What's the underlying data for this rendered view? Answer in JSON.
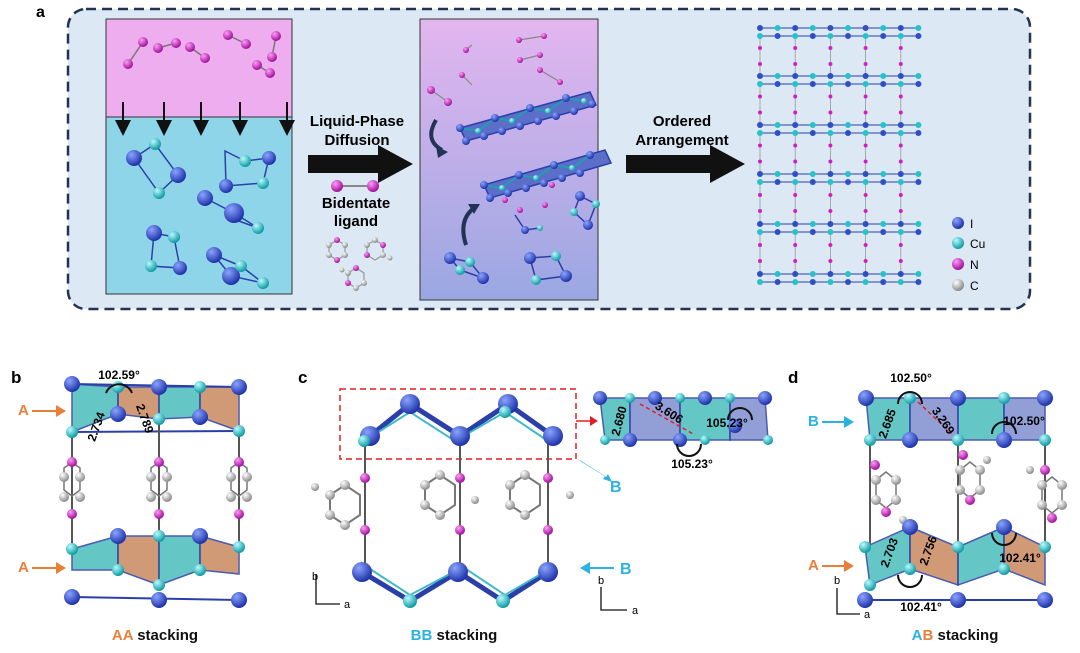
{
  "panel_a": {
    "letter": "a",
    "step1_line1": "Liquid-Phase",
    "step1_line2": "Diffusion",
    "ligand_line1": "Bidentate",
    "ligand_line2": "ligand",
    "step2_line1": "Ordered",
    "step2_line2": "Arrangement",
    "legend": [
      {
        "label": "I",
        "color": "#2f4fc4"
      },
      {
        "label": "Cu",
        "color": "#27c3c8"
      },
      {
        "label": "N",
        "color": "#d11fc6"
      },
      {
        "label": "C",
        "color": "#b5b5b5"
      }
    ]
  },
  "panel_b": {
    "letter": "b",
    "angle": "102.59°",
    "dist1": "2.734",
    "dist2": "2.789",
    "layer_top": "A",
    "layer_bottom": "A",
    "caption_prefix": "AA",
    "caption_suffix": " stacking"
  },
  "panel_c": {
    "letter": "c",
    "dist1": "2.680",
    "dist2": "3.606",
    "angle1": "105.23°",
    "angle2": "105.23°",
    "layer_top": "B",
    "layer_bottom": "B",
    "axis_b": "b",
    "axis_a": "a",
    "caption_prefix": "BB",
    "caption_suffix": " stacking"
  },
  "panel_d": {
    "letter": "d",
    "angle_top1": "102.50°",
    "angle_top2": "102.50°",
    "dist1": "2.685",
    "dist2": "3.269",
    "dist3": "2.703",
    "dist4": "2.756",
    "angle_bot1": "102.41°",
    "angle_bot2": "102.41°",
    "layer_top": "B",
    "layer_bottom": "A",
    "axis_b": "b",
    "axis_a": "a",
    "caption_prefix": "AB",
    "caption_suffix": " stacking"
  },
  "colors": {
    "I": "#2f4fc4",
    "Cu": "#27c3c8",
    "N": "#d11fc6",
    "C": "#b5b5b5",
    "orange": "#e8803a",
    "cyan": "#2ab3e0",
    "border": "#223355"
  }
}
